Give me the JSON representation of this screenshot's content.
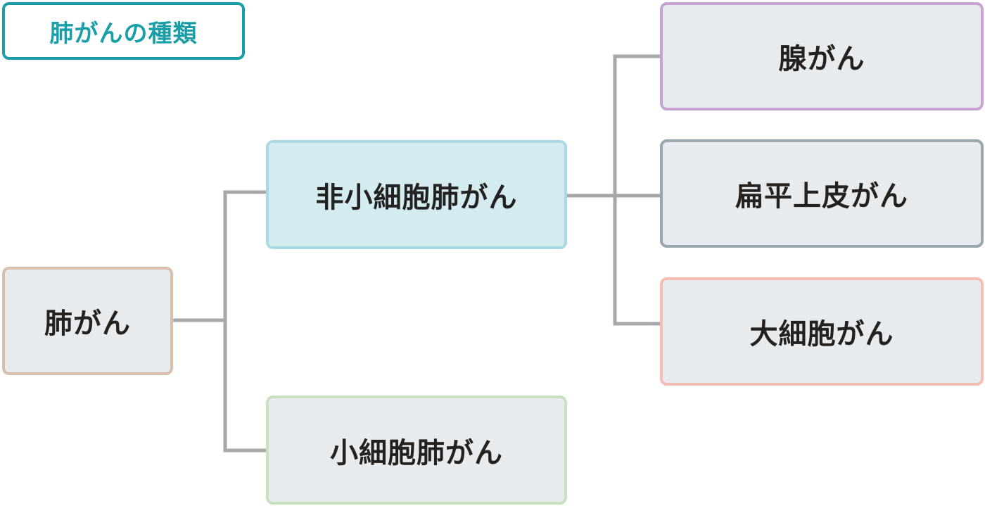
{
  "title": {
    "text": "肺がんの種類",
    "color": "#1a9ea8"
  },
  "connector_color": "#a8a8a8",
  "nodes": {
    "root": {
      "label": "肺がん",
      "border": "#d7c0ab",
      "fill": "#e7ebee"
    },
    "nsclc": {
      "label": "非小細胞肺がん",
      "border": "#a9dae4",
      "fill": "#d4ebf0"
    },
    "sclc": {
      "label": "小細胞肺がん",
      "border": "#c6e1bd",
      "fill": "#e7ebee"
    },
    "adeno": {
      "label": "腺がん",
      "border": "#c9a3d1",
      "fill": "#e7ebee"
    },
    "squam": {
      "label": "扁平上皮がん",
      "border": "#9aa7ae",
      "fill": "#e7ebee"
    },
    "large": {
      "label": "大細胞がん",
      "border": "#f4bfb3",
      "fill": "#e7ebee"
    }
  }
}
